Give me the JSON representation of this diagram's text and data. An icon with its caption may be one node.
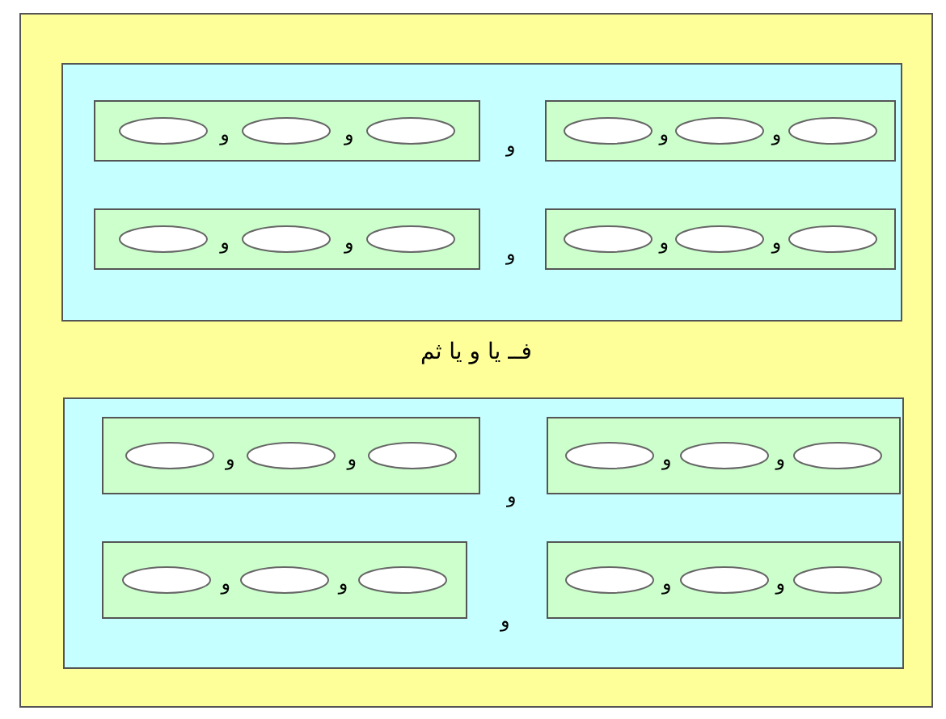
{
  "diagram": {
    "nodes": [
      {
        "text": [],
        "shape": "box"
      },
      {
        "text": [],
        "shape": "box",
        "in": 0
      },
      {
        "text": [],
        "shape": "box",
        "in": 1
      },
      {
        "text": [],
        "shape": "ellipse",
        "in": 2
      },
      {
        "text": [],
        "shape": "ellipse",
        "in": 2
      },
      {
        "text": [],
        "shape": "ellipse",
        "in": 2
      },
      {
        "text": [],
        "shape": "box",
        "in": 1
      },
      {
        "text": [],
        "shape": "ellipse",
        "in": 6
      },
      {
        "text": [],
        "shape": "ellipse",
        "in": 6
      },
      {
        "text": [],
        "shape": "ellipse",
        "in": 6
      },
      {
        "text": [],
        "shape": "box",
        "in": 1
      },
      {
        "text": [],
        "shape": "ellipse",
        "in": 10
      },
      {
        "text": [],
        "shape": "ellipse",
        "in": 10
      },
      {
        "text": [],
        "shape": "ellipse",
        "in": 10
      },
      {
        "text": [],
        "shape": "box",
        "in": 1
      },
      {
        "text": [],
        "shape": "ellipse",
        "in": 14
      },
      {
        "text": [],
        "shape": "ellipse",
        "in": 14
      },
      {
        "text": [],
        "shape": "ellipse",
        "in": 14
      },
      {
        "text": [],
        "shape": "box",
        "in": 0
      },
      {
        "text": [],
        "shape": "box",
        "in": 18
      },
      {
        "text": [],
        "shape": "ellipse",
        "in": 19
      },
      {
        "text": [],
        "shape": "ellipse",
        "in": 19
      },
      {
        "text": [],
        "shape": "ellipse",
        "in": 19
      },
      {
        "text": [],
        "shape": "box",
        "in": 18
      },
      {
        "text": [],
        "shape": "ellipse",
        "in": 23
      },
      {
        "text": [],
        "shape": "ellipse",
        "in": 23
      },
      {
        "text": [],
        "shape": "ellipse",
        "in": 23
      },
      {
        "text": [],
        "shape": "box",
        "in": 18
      },
      {
        "text": [],
        "shape": "ellipse",
        "in": 27
      },
      {
        "text": [],
        "shape": "ellipse",
        "in": 27
      },
      {
        "text": [],
        "shape": "ellipse",
        "in": 27
      },
      {
        "text": [],
        "shape": "box",
        "in": 18
      },
      {
        "text": [],
        "shape": "ellipse",
        "in": 31
      },
      {
        "text": [],
        "shape": "ellipse",
        "in": 31
      },
      {
        "text": [],
        "shape": "ellipse",
        "in": 31
      }
    ],
    "labels": [
      "و",
      "و",
      "و",
      "و",
      "و",
      "و",
      "و",
      "و",
      "و",
      "و",
      "فــ يا و يا ثم",
      "و",
      "و",
      "و",
      "و",
      "و",
      "و",
      "و",
      "و",
      "و",
      "و"
    ]
  }
}
